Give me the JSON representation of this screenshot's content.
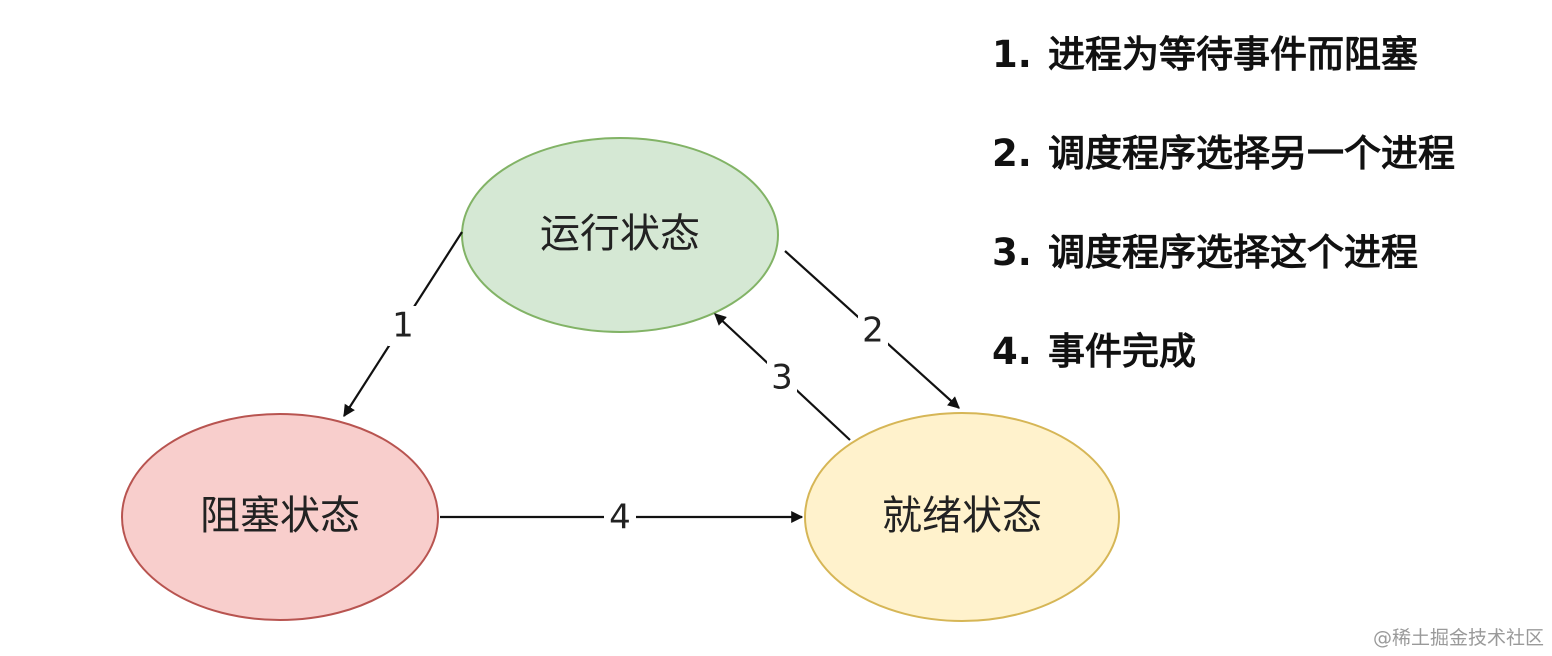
{
  "states": {
    "running": {
      "label": "运行状态",
      "fill": "#d5e8d4",
      "stroke": "#82b366"
    },
    "blocked": {
      "label": "阻塞状态",
      "fill": "#f8cecc",
      "stroke": "#b85450"
    },
    "ready": {
      "label": "就绪状态",
      "fill": "#fff2cc",
      "stroke": "#d6b656"
    }
  },
  "edges": [
    {
      "label": "1",
      "from": "running",
      "to": "blocked"
    },
    {
      "label": "2",
      "from": "running",
      "to": "ready"
    },
    {
      "label": "3",
      "from": "ready",
      "to": "running"
    },
    {
      "label": "4",
      "from": "blocked",
      "to": "ready"
    }
  ],
  "legend": [
    {
      "num": "1.",
      "text": "进程为等待事件而阻塞"
    },
    {
      "num": "2.",
      "text": "调度程序选择另一个进程"
    },
    {
      "num": "3.",
      "text": "调度程序选择这个进程"
    },
    {
      "num": "4.",
      "text": "事件完成"
    }
  ],
  "watermark": "@稀土掘金技术社区"
}
